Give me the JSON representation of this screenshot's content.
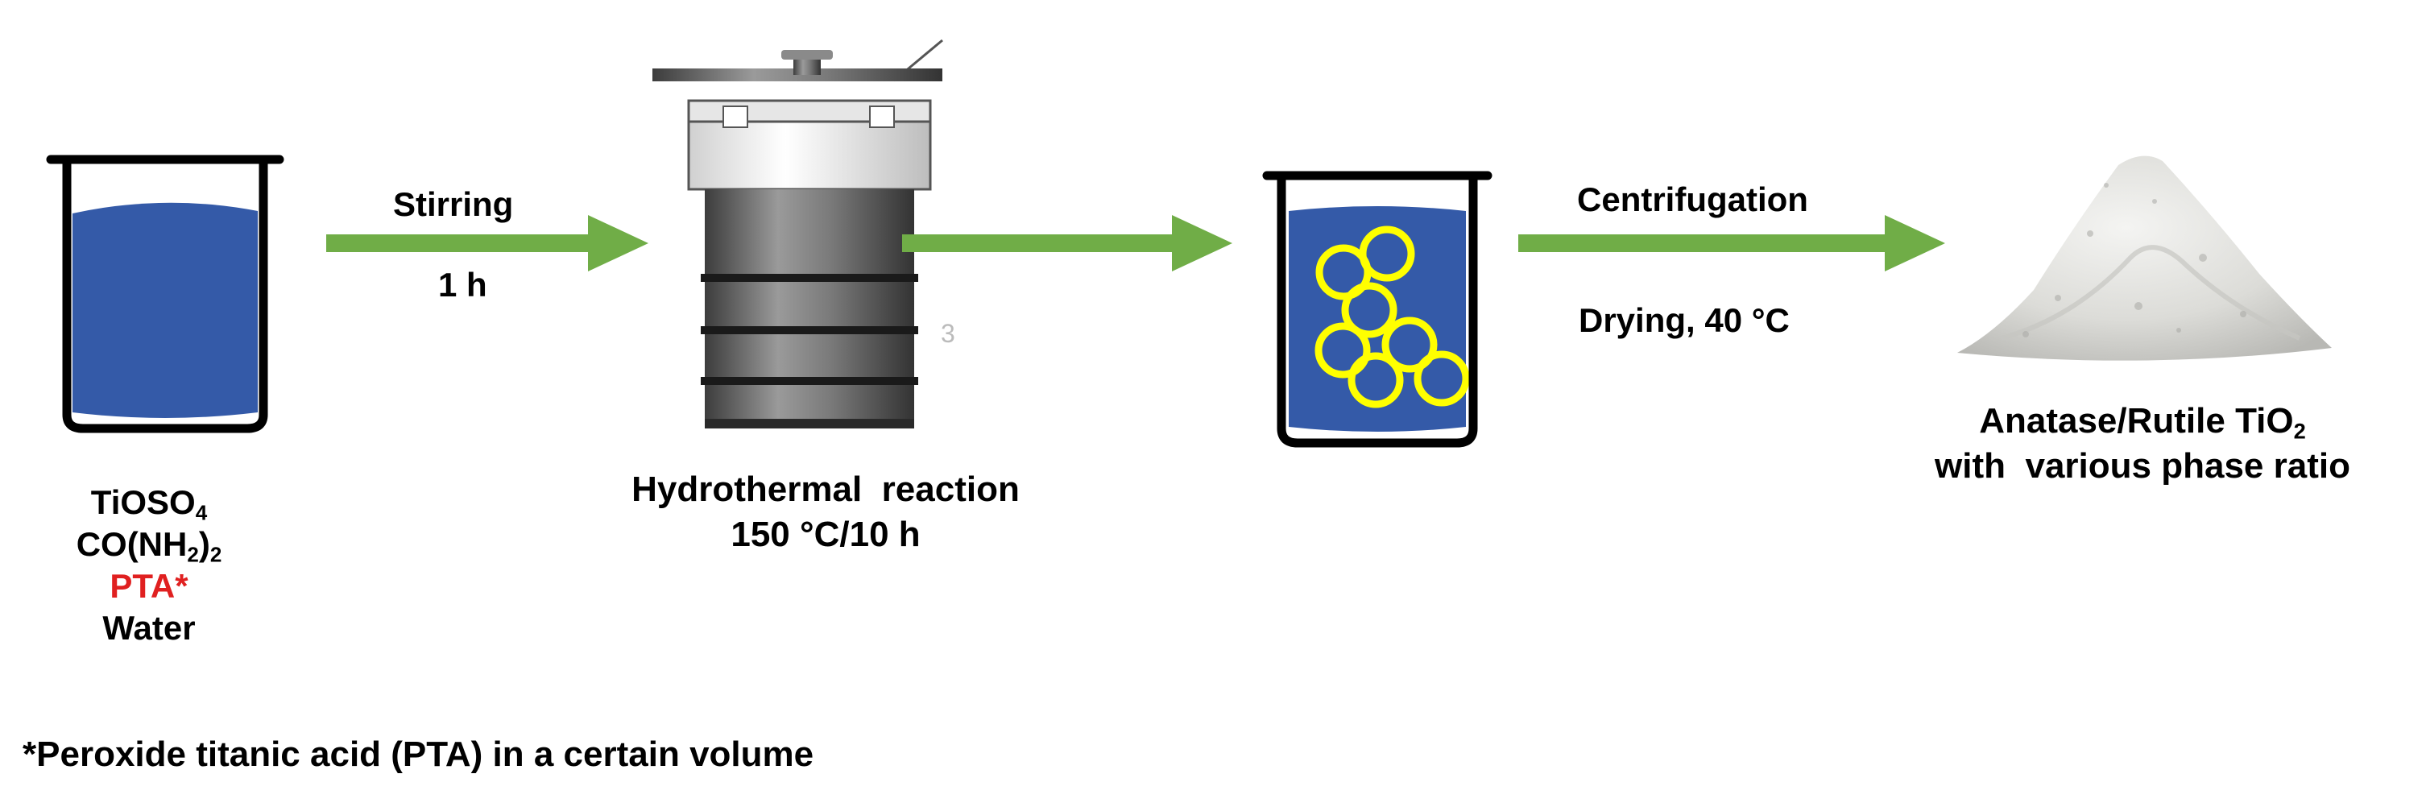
{
  "colors": {
    "liquid_blue": "#345aa8",
    "beaker_outline": "#000000",
    "arrow_green": "#70ad47",
    "particle_yellow": "#ffff00",
    "pta_red": "#e02020",
    "autoclave_gray": "#6a6a6a"
  },
  "step1": {
    "reagent1_main": "TiOSO",
    "reagent1_sub": "4",
    "reagent2_main": "CO(NH",
    "reagent2_sub": "2",
    "reagent2_tail": ")",
    "reagent2_sub2": "2",
    "reagent3": "PTA*",
    "reagent4": "Water"
  },
  "arrow1": {
    "top_label": "Stirring",
    "bottom_label": "1 h"
  },
  "step2": {
    "title": "Hydrothermal  reaction",
    "conditions": "150 °C/10 h",
    "stray_mark": "3"
  },
  "arrow3": {
    "top_label": "Centrifugation",
    "bottom_label": "Drying, 40 °C"
  },
  "product": {
    "line1_main": "Anatase/Rutile TiO",
    "line1_sub": "2",
    "line2": "with  various phase ratio"
  },
  "footnote": "*Peroxide titanic acid (PTA) in a certain volume"
}
